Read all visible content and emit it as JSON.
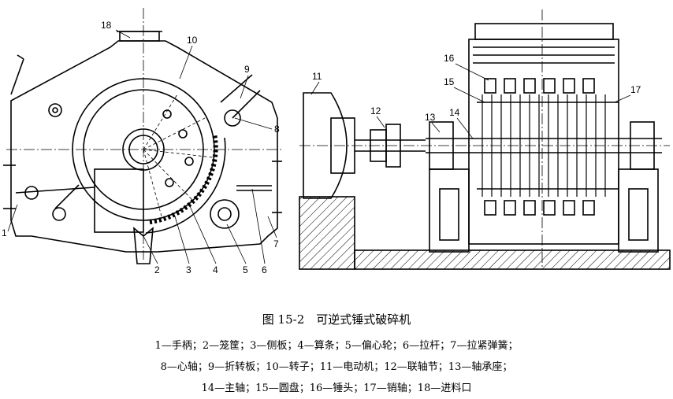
{
  "figure": {
    "caption": "图 15-2　可逆式锤式破碎机",
    "legend_lines": [
      "1—手柄；2—笼筐；3—侧板；4—算条；5—偏心轮；6—拉杆；7—拉紧弹簧；",
      "8—心轴；9—折转板；10—转子；11—电动机；12—联轴节；13—轴承座；",
      "14—主轴；15—圆盘；16—锤头；17—销轴；18—进料口"
    ],
    "callouts": [
      "18",
      "10",
      "9",
      "8",
      "1",
      "2",
      "3",
      "4",
      "5",
      "6",
      "7",
      "11",
      "12",
      "13",
      "14",
      "15",
      "16",
      "17"
    ]
  }
}
